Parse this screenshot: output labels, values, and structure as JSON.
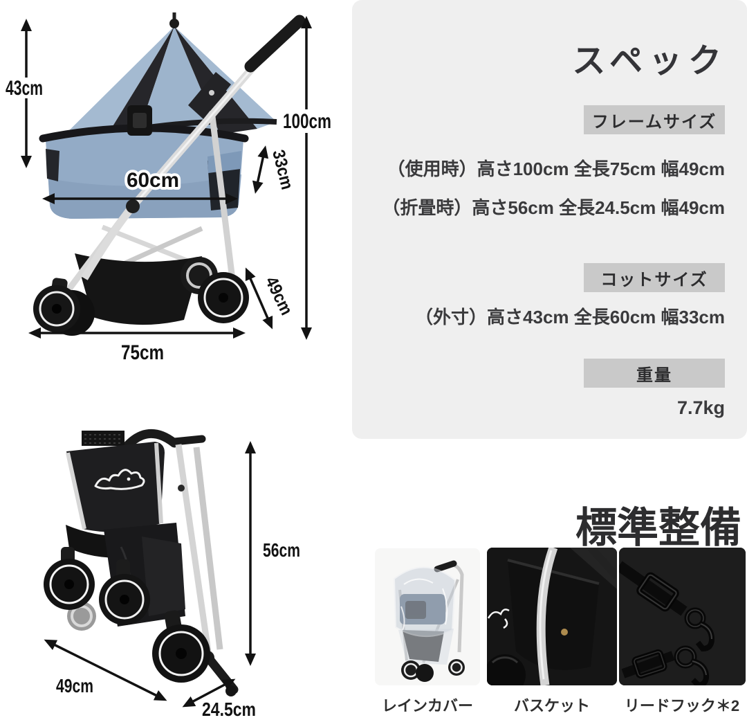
{
  "colors": {
    "panel-bg": "#efefef",
    "badge-bg": "#c9c9c9",
    "heading": "#343438",
    "body-text": "#3a3a3c",
    "dim": "#121212",
    "denim-blue": "#9bb2cb",
    "frame-silver": "#d9d9d9",
    "fabric-black": "#1a1a1a"
  },
  "spec_panel": {
    "title": "スペック",
    "sections": [
      {
        "badge": "フレームサイズ",
        "lines": [
          "（使用時）高さ100cm 全長75cm 幅49cm",
          "（折畳時）高さ56cm 全長24.5cm 幅49cm"
        ]
      },
      {
        "badge": "コットサイズ",
        "lines": [
          "（外寸）高さ43cm 全長60cm 幅33cm"
        ]
      },
      {
        "badge": "重量",
        "lines": [
          "7.7kg"
        ]
      }
    ]
  },
  "diagrams": {
    "open_stroller": {
      "labels": {
        "cot_height": "43cm",
        "total_height": "100cm",
        "cot_length": "60cm",
        "cot_width": "33cm",
        "rear_width": "49cm",
        "total_length": "75cm"
      }
    },
    "folded_stroller": {
      "labels": {
        "folded_height": "56cm",
        "folded_width": "49cm",
        "folded_depth": "24.5cm"
      }
    }
  },
  "equipment": {
    "title": "標準整備",
    "items": [
      {
        "caption": "レインカバー"
      },
      {
        "caption": "バスケット"
      },
      {
        "caption": "リードフック＊2"
      }
    ]
  }
}
